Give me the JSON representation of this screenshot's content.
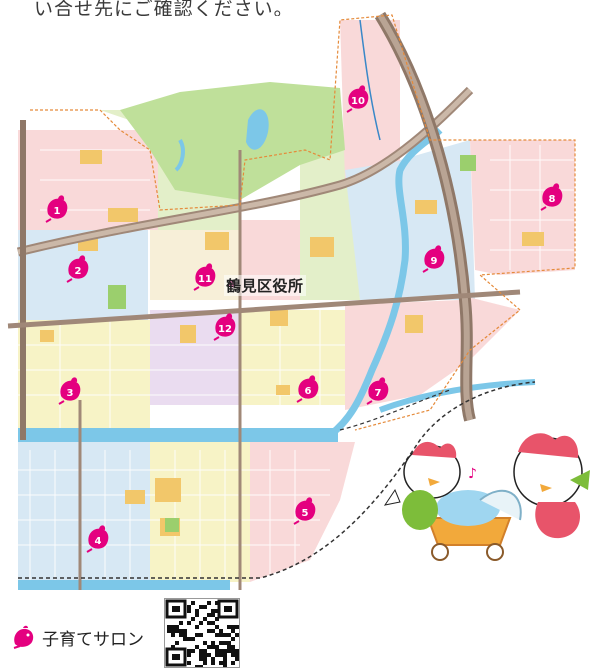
{
  "header": {
    "instruction_fragment": "い合せ先にご確認ください。"
  },
  "map": {
    "ward_office_label": "鶴見区役所",
    "salons": [
      {
        "number": "1"
      },
      {
        "number": "2"
      },
      {
        "number": "3"
      },
      {
        "number": "4"
      },
      {
        "number": "5"
      },
      {
        "number": "6"
      },
      {
        "number": "7"
      },
      {
        "number": "8"
      },
      {
        "number": "9"
      },
      {
        "number": "10"
      },
      {
        "number": "11"
      },
      {
        "number": "12"
      }
    ],
    "colors": {
      "salon_pin": "#e4007f",
      "district_pink": "#f9d9d9",
      "district_blue": "#d7e8f4",
      "district_yellow": "#f7f3c6",
      "district_violet": "#eadcf0",
      "district_green": "#e3efc9",
      "park": "#bfe09a",
      "river": "#7cc7e8",
      "main_road": "#a08878"
    }
  },
  "legend": {
    "label": "子育てサロン",
    "icon": "bird-pin-icon"
  },
  "qr_code": {
    "icon": "qr-code"
  }
}
